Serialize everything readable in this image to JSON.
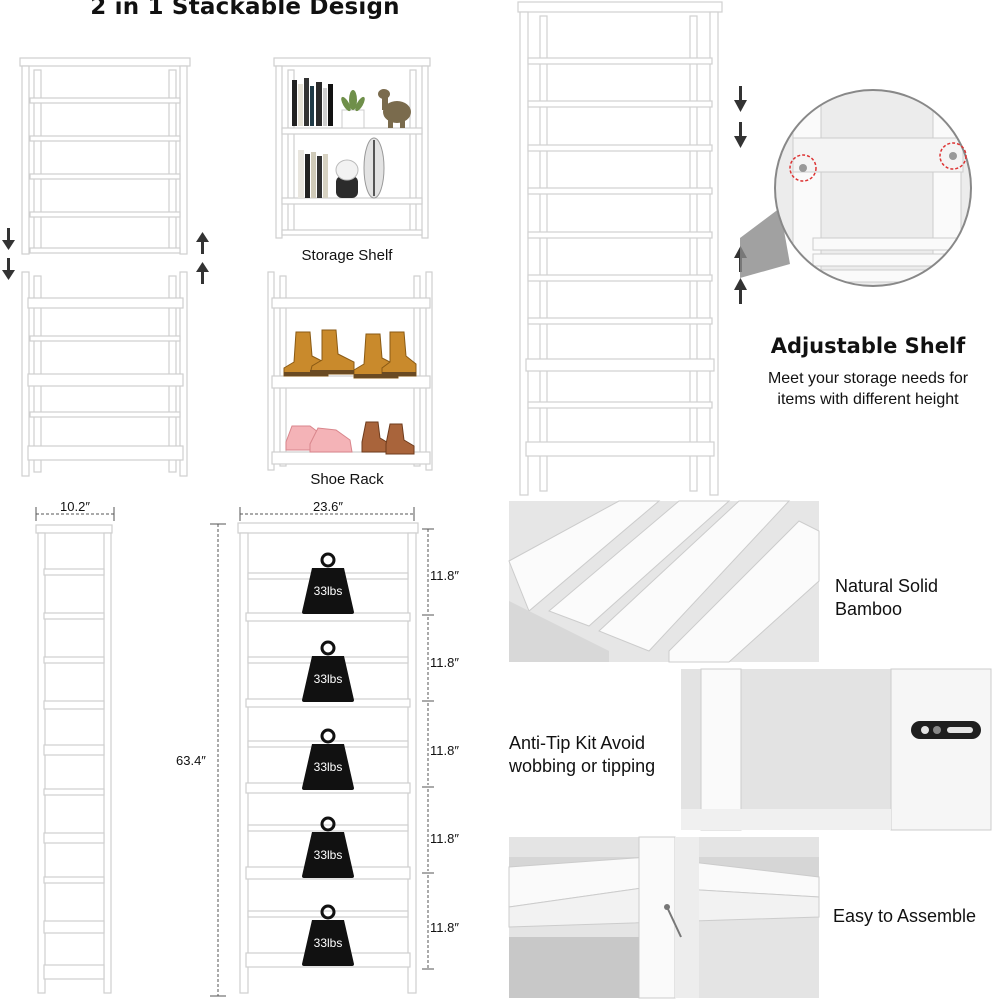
{
  "title": "2 in 1 Stackable Design",
  "configs": {
    "storage_label": "Storage Shelf",
    "shoe_label": "Shoe Rack"
  },
  "adjustable": {
    "heading": "Adjustable Shelf",
    "line1": "Meet your storage needs for",
    "line2": "items with different height"
  },
  "dimensions": {
    "depth": "10.2″",
    "width": "23.6″",
    "height": "63.4″",
    "shelf_gaps": [
      "11.8″",
      "11.8″",
      "11.8″",
      "11.8″",
      "11.8″"
    ],
    "load": "33lbs"
  },
  "features": [
    {
      "line1": "Natural Solid",
      "line2": "Bamboo"
    },
    {
      "line1": "Anti-Tip Kit Avoid",
      "line2": "wobbing or tipping"
    },
    {
      "line1": "Easy to Assemble",
      "line2": ""
    }
  ]
}
